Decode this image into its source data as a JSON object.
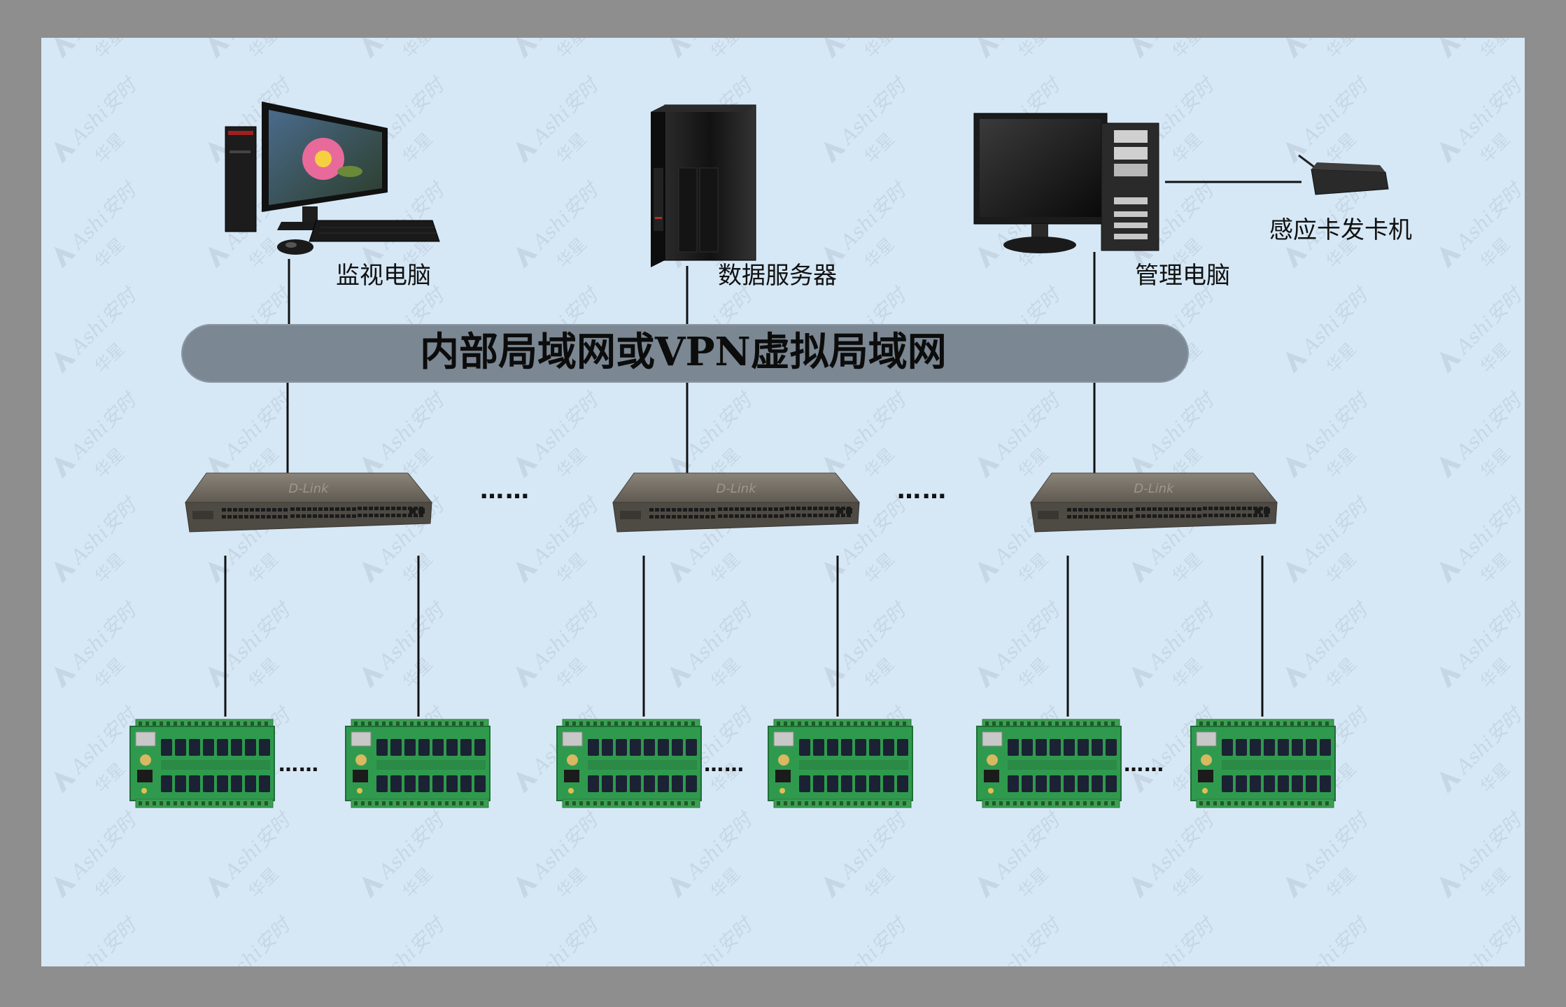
{
  "labels": {
    "monitor_pc": "监视电脑",
    "data_server": "数据服务器",
    "management_pc": "管理电脑",
    "card_issuer": "感应卡发卡机"
  },
  "network": {
    "bus_label": "内部局域网或VPN虚拟局域网"
  },
  "ellipsis": "……",
  "watermark": {
    "brand_en": "Ashi",
    "brand_cn": "安时",
    "brand_alt": "华星"
  },
  "colors": {
    "canvas_bg": "#d6e8f6",
    "frame": "#8e8e8e",
    "bus_fill": "#7b8792",
    "switch_body": "#6f6a62",
    "board_green": "#2f9a4e",
    "line": "#111111"
  },
  "icons": {
    "monitor_pc": "desktop-computer-icon",
    "data_server": "tower-server-icon",
    "management_pc": "desktop-computer-icon",
    "card_issuer": "card-reader-icon",
    "switch": "network-switch-icon",
    "controller": "controller-board-icon"
  }
}
